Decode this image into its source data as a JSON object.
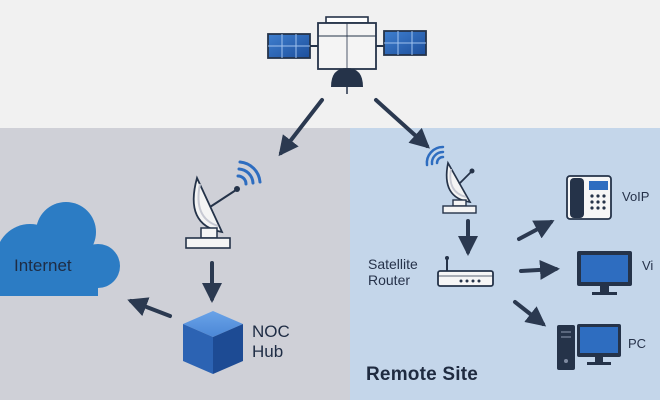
{
  "diagram": {
    "colors": {
      "sky": "#f1f1f1",
      "noc_zone": "#cfd0d7",
      "remote_zone": "#c4d6ea",
      "cloud": "#2c7cc4",
      "accent_blue": "#2e6dc0",
      "navy": "#253349",
      "arrow": "#2b3950"
    },
    "labels": {
      "internet": "Internet",
      "noc_line1": "NOC",
      "noc_line2": "Hub",
      "router_line1": "Satellite",
      "router_line2": "Router",
      "voip": "VoIP",
      "video": "Vi",
      "pc": "PC",
      "remote_site": "Remote Site"
    },
    "nodes": [
      {
        "id": "satellite",
        "icon": "satellite-icon"
      },
      {
        "id": "noc-dish",
        "icon": "satellite-dish-icon"
      },
      {
        "id": "remote-dish",
        "icon": "satellite-dish-icon"
      },
      {
        "id": "internet",
        "icon": "cloud-icon"
      },
      {
        "id": "noc-hub",
        "icon": "cube-icon"
      },
      {
        "id": "satellite-router",
        "icon": "router-icon"
      },
      {
        "id": "voip",
        "icon": "desk-phone-icon"
      },
      {
        "id": "video",
        "icon": "monitor-icon"
      },
      {
        "id": "pc",
        "icon": "desktop-pc-icon"
      }
    ],
    "edges": [
      {
        "from": "satellite",
        "to": "noc-dish"
      },
      {
        "from": "satellite",
        "to": "remote-dish"
      },
      {
        "from": "noc-dish",
        "to": "noc-hub"
      },
      {
        "from": "noc-hub",
        "to": "internet"
      },
      {
        "from": "remote-dish",
        "to": "satellite-router"
      },
      {
        "from": "satellite-router",
        "to": "voip"
      },
      {
        "from": "satellite-router",
        "to": "video"
      },
      {
        "from": "satellite-router",
        "to": "pc"
      }
    ]
  }
}
